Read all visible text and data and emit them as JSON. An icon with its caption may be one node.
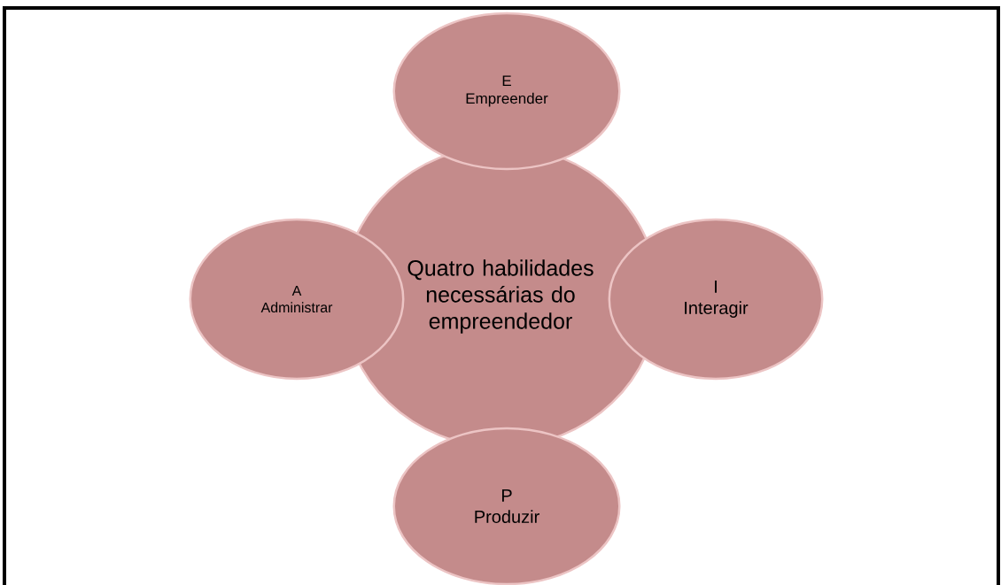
{
  "diagram": {
    "nodes": [
      {
        "text": [
          "E",
          "Empreender"
        ]
      },
      {
        "text": [
          "A",
          "Administrar"
        ]
      },
      {
        "text": [
          "Quatro habilidades necessárias do empreendedor"
        ]
      },
      {
        "text": [
          "I",
          "Interagir"
        ]
      },
      {
        "text": [
          "P",
          "Produzir"
        ]
      }
    ]
  }
}
